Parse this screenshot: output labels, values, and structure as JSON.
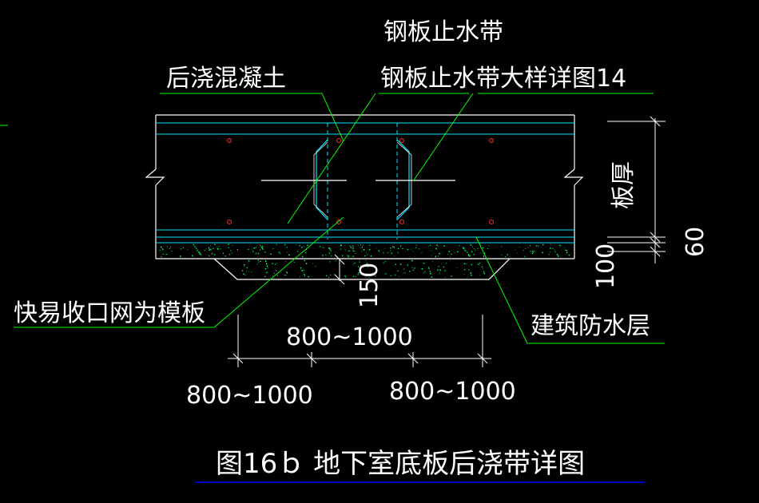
{
  "labels": {
    "post_cast_concrete": "后浇混凝土",
    "steel_waterstop": "钢板止水带",
    "steel_waterstop_detail": "钢板止水带大样详图14",
    "mesh_formwork": "快易收口网为模板",
    "waterproof_layer": "建筑防水层",
    "slab_thickness": "板厚"
  },
  "dimensions": {
    "d_60": "60",
    "d_100": "100",
    "d_150": "150",
    "width_center": "800~1000",
    "width_left": "800~1000",
    "width_right": "800~1000"
  },
  "caption": "图16ｂ 地下室底板后浇带详图",
  "colors": {
    "background": "#000000",
    "outline": "#ffffff",
    "leader": "#00ff00",
    "rebar": "#00ffff",
    "rebar_dot": "#ff3030",
    "caption_underline": "#0000ff"
  }
}
